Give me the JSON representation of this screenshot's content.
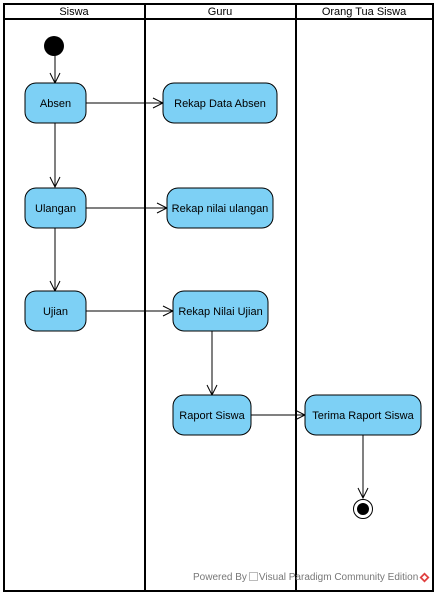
{
  "lanes": [
    {
      "name": "Siswa"
    },
    {
      "name": "Guru"
    },
    {
      "name": "Orang Tua Siswa"
    }
  ],
  "nodes": {
    "absen": "Absen",
    "ulangan": "Ulangan",
    "ujian": "Ujian",
    "rekap_absen": "Rekap Data Absen",
    "rekap_ulangan": "Rekap nilai ulangan",
    "rekap_ujian": "Rekap Nilai Ujian",
    "raport": "Raport Siswa",
    "terima_raport": "Terima Raport Siswa"
  },
  "footer": {
    "powered_by": "Powered By",
    "product": "Visual Paradigm Community Edition"
  },
  "colors": {
    "node_fill": "#7dd0f5",
    "line": "#000000",
    "header_fill": "#ffffff",
    "footer_text": "#777777",
    "logo": "#e04040"
  }
}
